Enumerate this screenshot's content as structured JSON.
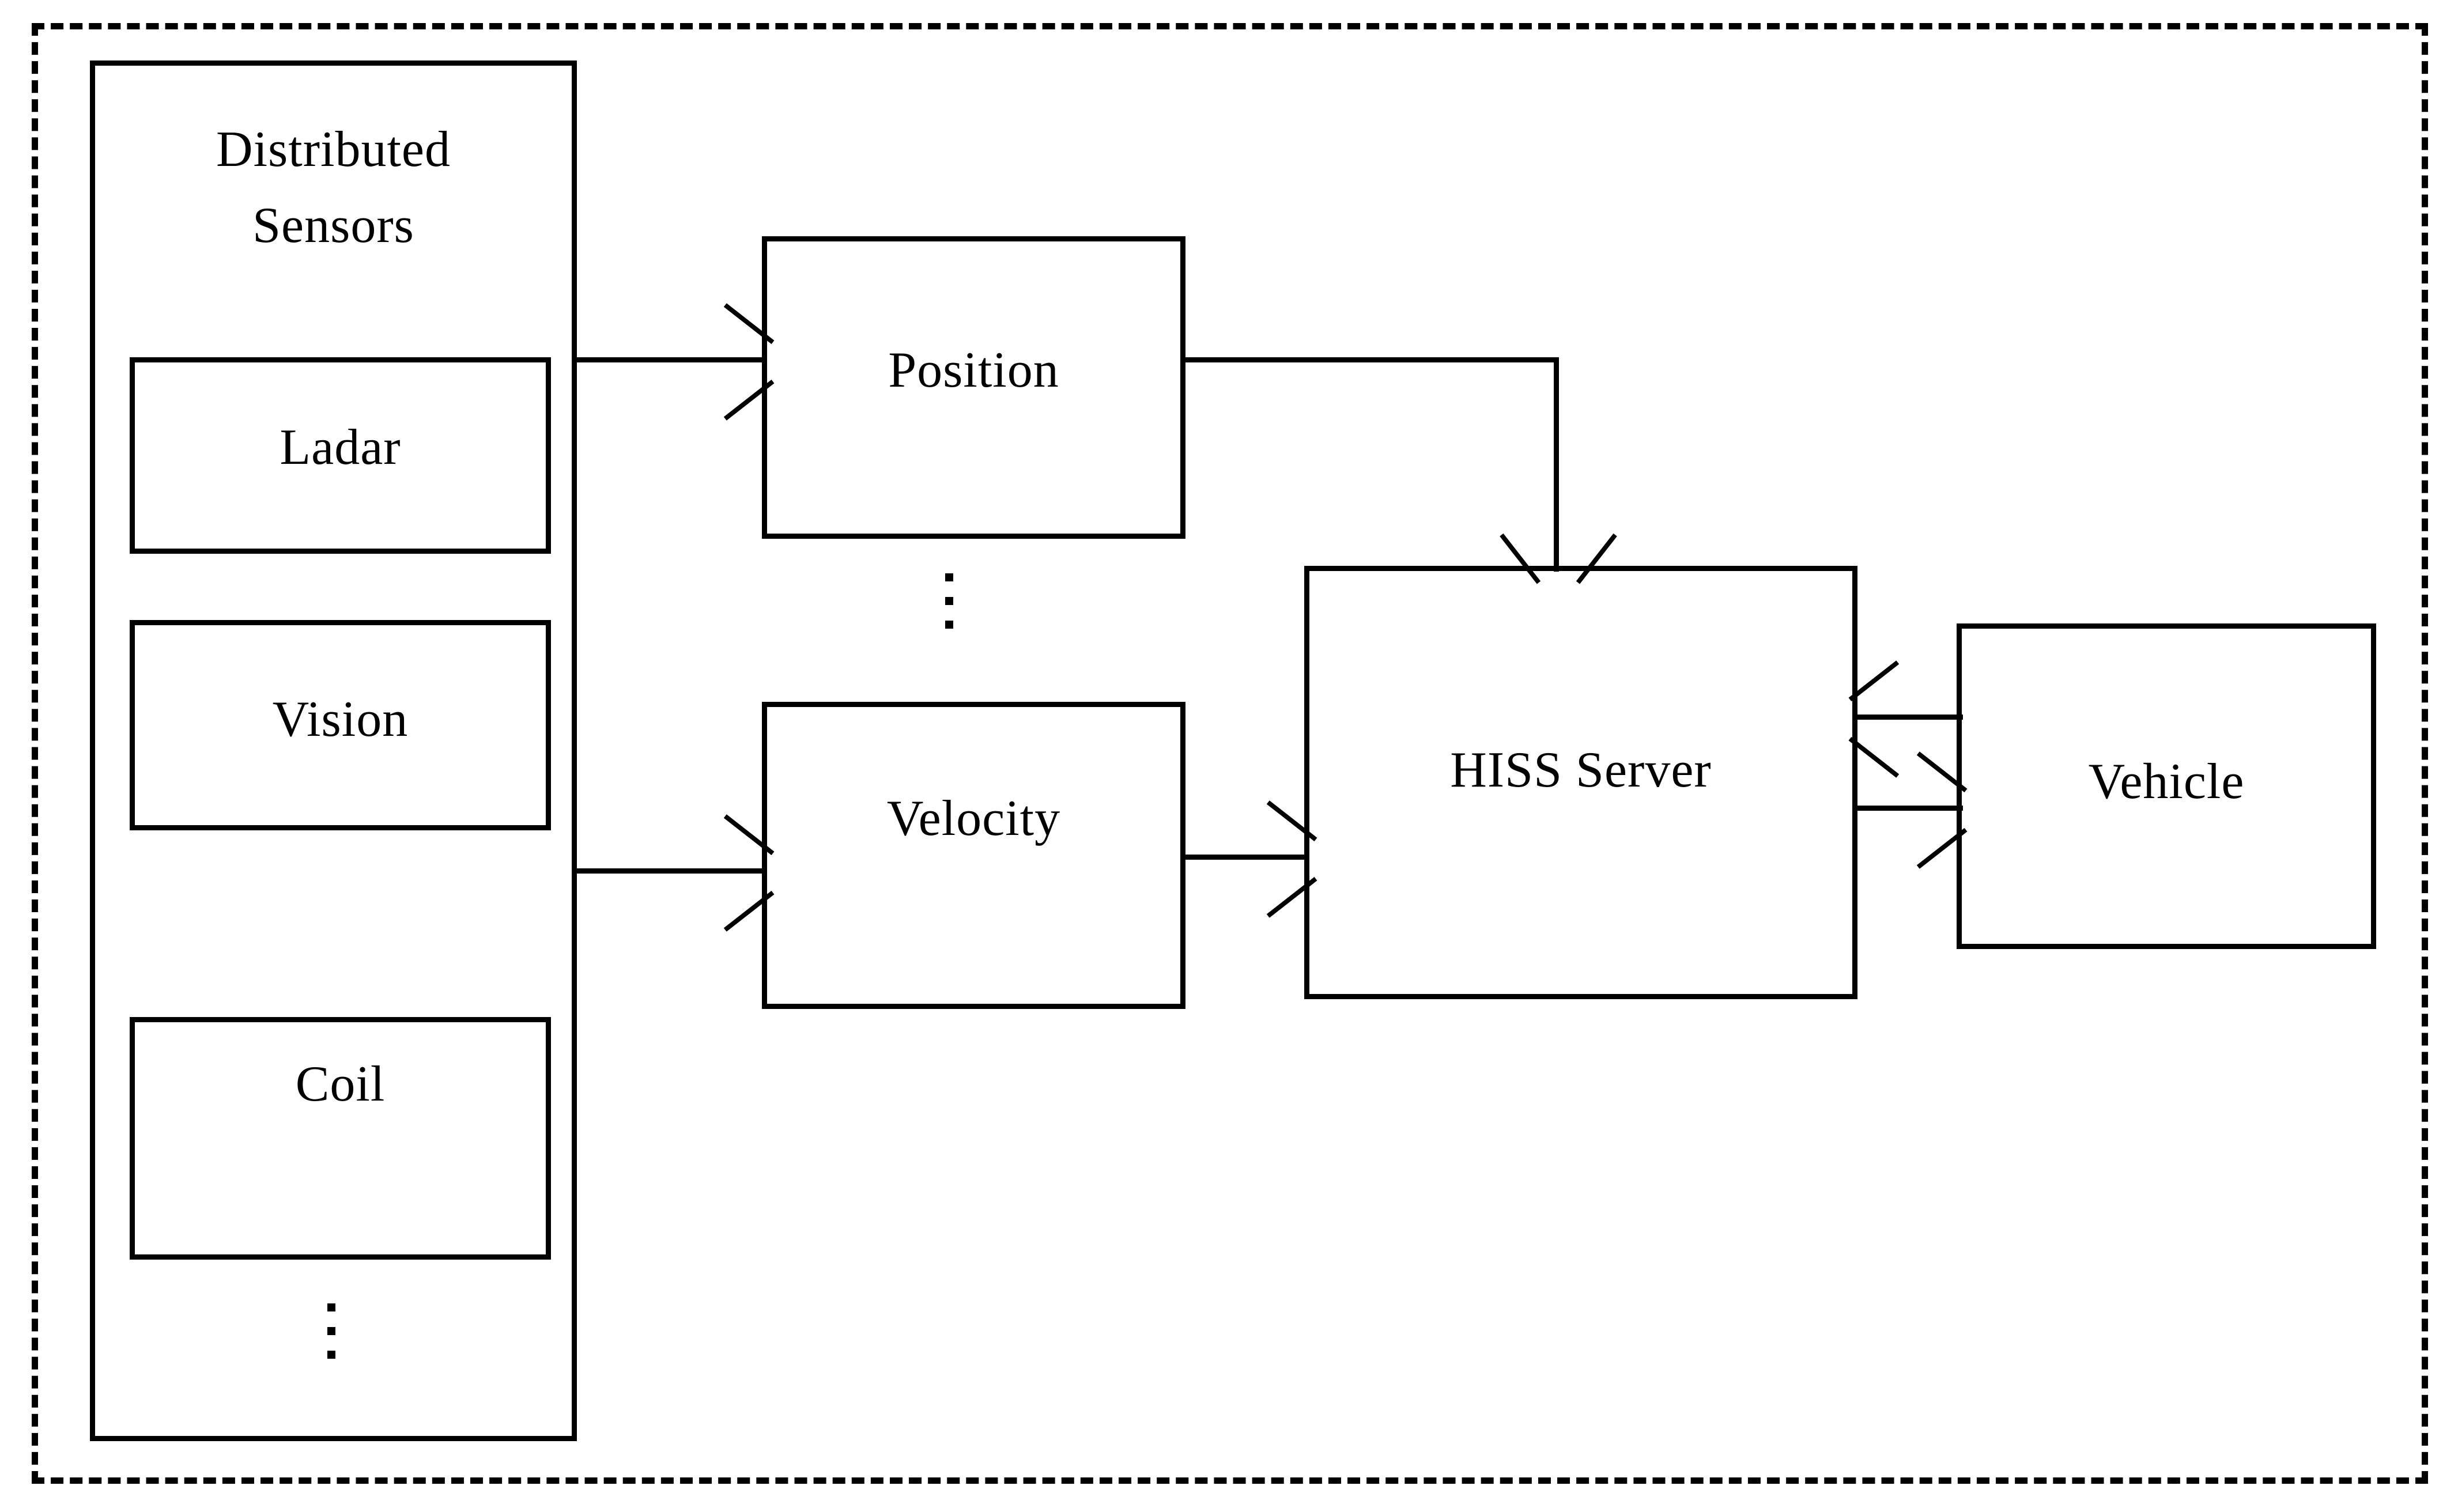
{
  "diagram": {
    "title": "HISS distributed sensing architecture block diagram",
    "boundary_style": "dashed",
    "colors": {
      "stroke": "#000000",
      "fill": "#ffffff"
    },
    "sensors_group": {
      "label_line1": "Distributed",
      "label_line2": "Sensors",
      "items": [
        {
          "label": "Ladar"
        },
        {
          "label": "Vision"
        },
        {
          "label": "Coil"
        }
      ],
      "ellipsis": "⋮"
    },
    "estimators": [
      {
        "label": "Position"
      },
      {
        "label": "Velocity"
      }
    ],
    "estimator_ellipsis": "⋮",
    "server": {
      "label": "HISS Server"
    },
    "vehicle": {
      "label": "Vehicle"
    },
    "connections": [
      {
        "from": "Distributed Sensors",
        "to": "Position",
        "direction": "right"
      },
      {
        "from": "Distributed Sensors",
        "to": "Velocity",
        "direction": "right"
      },
      {
        "from": "Position",
        "to": "HISS Server",
        "direction": "down"
      },
      {
        "from": "Velocity",
        "to": "HISS Server",
        "direction": "right"
      },
      {
        "from": "Vehicle",
        "to": "HISS Server",
        "direction": "left"
      },
      {
        "from": "HISS Server",
        "to": "Vehicle",
        "direction": "right"
      }
    ]
  }
}
